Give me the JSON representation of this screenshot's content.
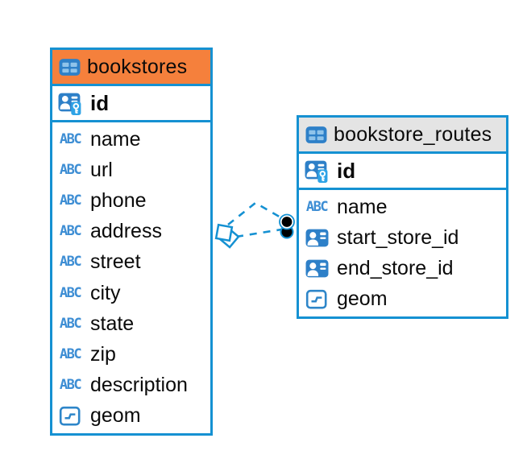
{
  "window": {
    "background": "#ffffff"
  },
  "palette": {
    "accent_blue": "#1591d2",
    "icon_blue": "#2e80c8",
    "icon_blue_light": "#8fc3ea",
    "abc_blue": "#3e8ed4",
    "key_badge_blue": "#2ea3e6",
    "text_color": "#0a0a0a",
    "bookstores_header": "#f5803c",
    "bookstore_routes_header": "#e4e4e4"
  },
  "icons": {
    "text_type_glyph": "ABC"
  },
  "tables": {
    "bookstores": {
      "title": "bookstores",
      "primary_key": "id",
      "fields": [
        {
          "name": "name",
          "type": "text"
        },
        {
          "name": "url",
          "type": "text"
        },
        {
          "name": "phone",
          "type": "text"
        },
        {
          "name": "address",
          "type": "text"
        },
        {
          "name": "street",
          "type": "text"
        },
        {
          "name": "city",
          "type": "text"
        },
        {
          "name": "state",
          "type": "text"
        },
        {
          "name": "zip",
          "type": "text"
        },
        {
          "name": "description",
          "type": "text"
        },
        {
          "name": "geom",
          "type": "geometry"
        }
      ]
    },
    "bookstore_routes": {
      "title": "bookstore_routes",
      "primary_key": "id",
      "fields": [
        {
          "name": "name",
          "type": "text"
        },
        {
          "name": "start_store_id",
          "type": "reference"
        },
        {
          "name": "end_store_id",
          "type": "reference"
        },
        {
          "name": "geom",
          "type": "geometry"
        }
      ]
    }
  },
  "relationships": [
    {
      "from_table": "bookstore_routes",
      "to_table": "bookstores",
      "style": "dashed",
      "color": "#1591d2"
    },
    {
      "from_table": "bookstore_routes",
      "to_table": "bookstores",
      "style": "dashed",
      "color": "#1591d2"
    }
  ]
}
